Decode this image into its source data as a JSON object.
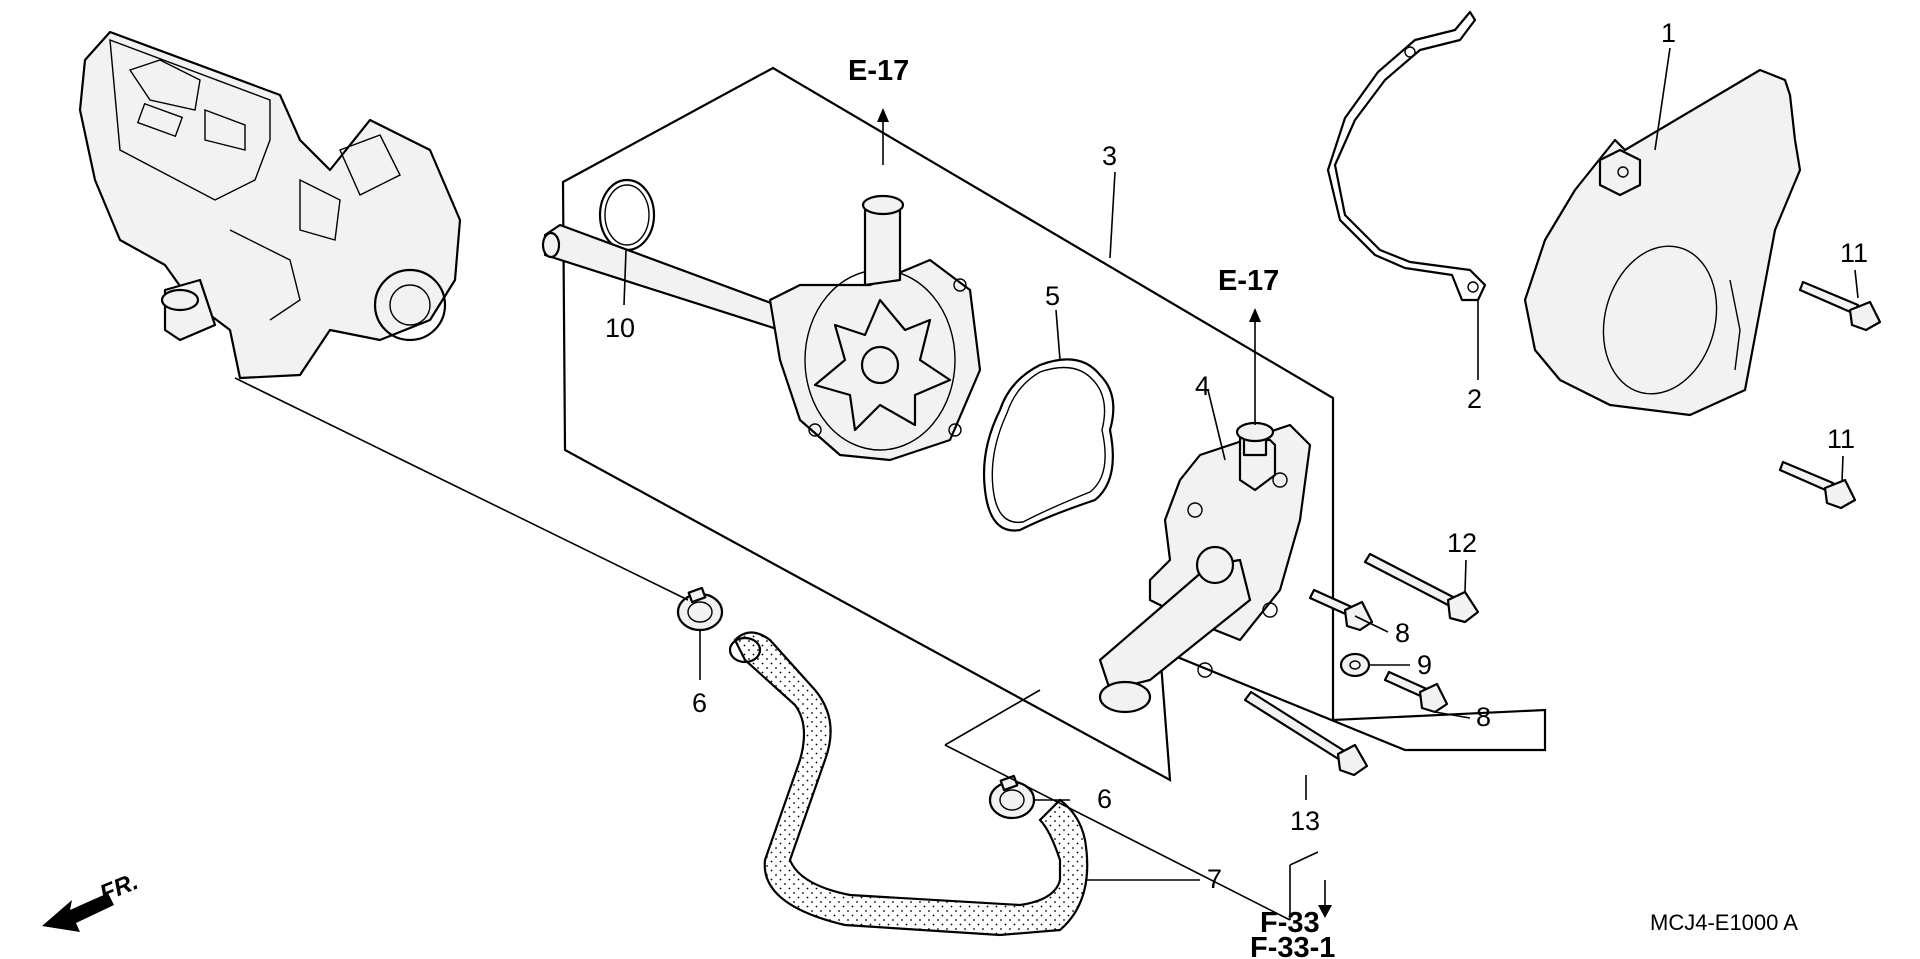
{
  "callouts": {
    "c1": "1",
    "c2": "2",
    "c3": "3",
    "c4": "4",
    "c5": "5",
    "c6a": "6",
    "c6b": "6",
    "c7": "7",
    "c8a": "8",
    "c8b": "8",
    "c9": "9",
    "c10": "10",
    "c11a": "11",
    "c11b": "11",
    "c12": "12",
    "c13": "13"
  },
  "references": {
    "e17_top": "E-17",
    "e17_mid": "E-17",
    "f33": "F-33",
    "f33_1": "F-33-1"
  },
  "front_indicator": "FR.",
  "diagram_code": "MCJ4-E1000 A",
  "colors": {
    "line": "#000000",
    "background": "#ffffff",
    "hose_dots": "#000000"
  }
}
